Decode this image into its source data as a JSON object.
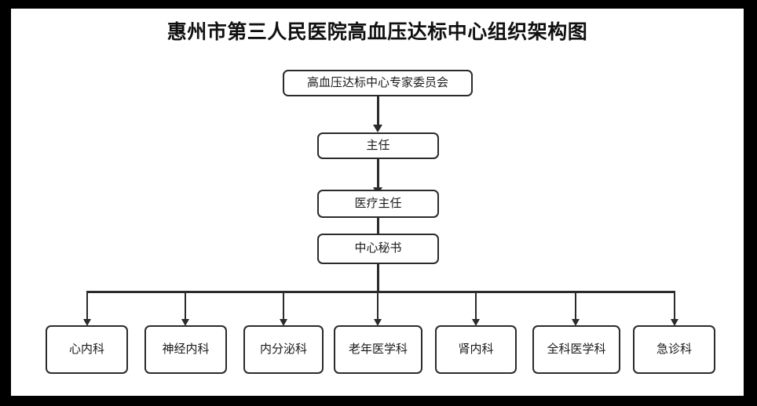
{
  "document": {
    "title": "惠州市第三人民医院高血压达标中心组织架构图",
    "type": "organizational-chart",
    "frame_color": "#000000",
    "page_color": "#ffffff",
    "line_color": "#2b2b2b"
  },
  "chart_data": {
    "type": "diagram",
    "title": "惠州市第三人民医院高血压达标中心组织架构图",
    "orientation": "top-down",
    "nodes": [
      {
        "id": "committee",
        "label": "高血压达标中心专家委员会",
        "level": 0
      },
      {
        "id": "director",
        "label": "主任",
        "level": 1
      },
      {
        "id": "medical-director",
        "label": "医疗主任",
        "level": 2
      },
      {
        "id": "secretary",
        "label": "中心秘书",
        "level": 3
      },
      {
        "id": "cardiology",
        "label": "心内科",
        "level": 4
      },
      {
        "id": "neurology",
        "label": "神经内科",
        "level": 4
      },
      {
        "id": "endocrinology",
        "label": "内分泌科",
        "level": 4
      },
      {
        "id": "geriatrics",
        "label": "老年医学科",
        "level": 4
      },
      {
        "id": "nephrology",
        "label": "肾内科",
        "level": 4
      },
      {
        "id": "general-practice",
        "label": "全科医学科",
        "level": 4
      },
      {
        "id": "emergency",
        "label": "急诊科",
        "level": 4
      }
    ],
    "edges": [
      {
        "from": "committee",
        "to": "director",
        "arrow": true
      },
      {
        "from": "director",
        "to": "medical-director",
        "arrow": true
      },
      {
        "from": "medical-director",
        "to": "secretary",
        "arrow": true
      },
      {
        "from": "secretary",
        "to": "cardiology",
        "arrow": true
      },
      {
        "from": "secretary",
        "to": "neurology",
        "arrow": true
      },
      {
        "from": "secretary",
        "to": "endocrinology",
        "arrow": true
      },
      {
        "from": "secretary",
        "to": "geriatrics",
        "arrow": true
      },
      {
        "from": "secretary",
        "to": "nephrology",
        "arrow": true
      },
      {
        "from": "secretary",
        "to": "general-practice",
        "arrow": true
      },
      {
        "from": "secretary",
        "to": "emergency",
        "arrow": true
      }
    ]
  },
  "spine": {
    "committee": "高血压达标中心专家委员会",
    "director": "主任",
    "medical_director": "医疗主任",
    "secretary": "中心秘书"
  },
  "departments": [
    {
      "label": "心内科"
    },
    {
      "label": "神经内科"
    },
    {
      "label": "内分泌科"
    },
    {
      "label": "老年医学科"
    },
    {
      "label": "肾内科"
    },
    {
      "label": "全科医学科"
    },
    {
      "label": "急诊科"
    }
  ]
}
